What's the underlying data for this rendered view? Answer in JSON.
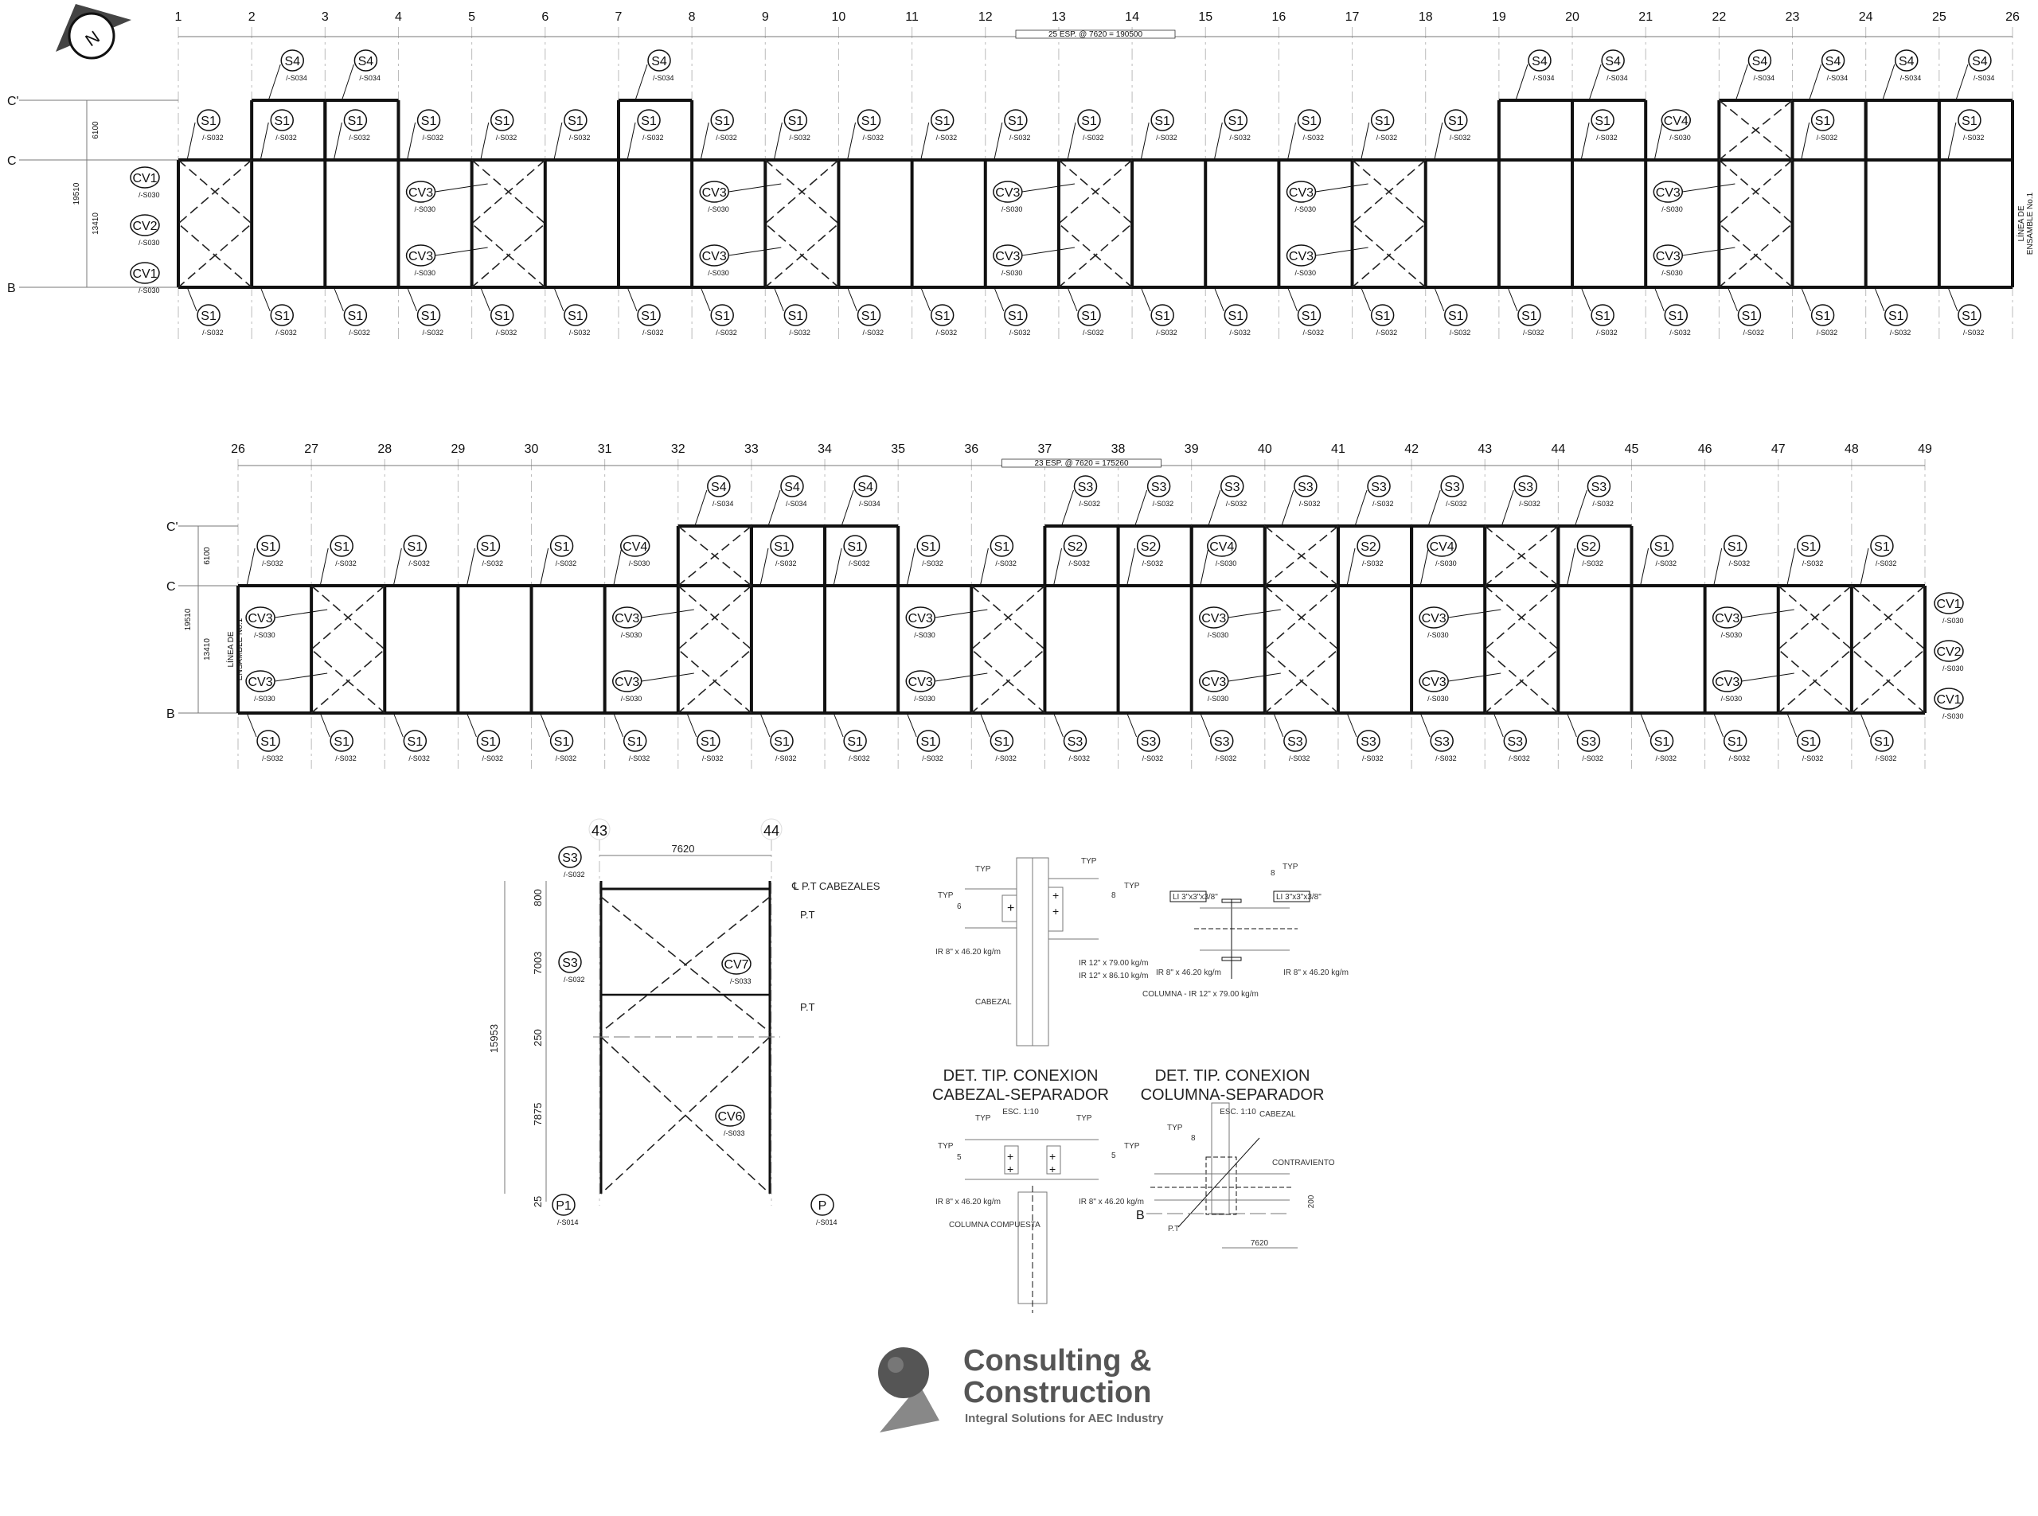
{
  "compass": {
    "label": "N"
  },
  "plans": [
    {
      "grid_start": 1,
      "grid_end": 26,
      "span_label": "25 ESP. @ 7620 = 190500",
      "rows": [
        "C'",
        "C",
        "B"
      ],
      "dims": {
        "upper": "6100",
        "lower": "13410",
        "total": "19510"
      },
      "side_note": [
        "LÍNEA DE",
        "ENSAMBLE No.1"
      ],
      "upper_bays": [
        2,
        3,
        7,
        19,
        20,
        22,
        23,
        24,
        25
      ],
      "braced_bays": [
        1,
        5,
        9,
        13,
        17,
        22
      ],
      "braced_upper_bays": [
        22
      ],
      "callouts": {
        "top": {
          "label": "S4",
          "ref": "/-S034",
          "bays": [
            2,
            3,
            7,
            19,
            20,
            22,
            23,
            24,
            25
          ]
        },
        "upper": [
          {
            "label": "S1",
            "ref": "/-S032",
            "bays": [
              1,
              2,
              3,
              4,
              5,
              6,
              7,
              8,
              9,
              10,
              11,
              12,
              13,
              14,
              15,
              16,
              17,
              18,
              20,
              23,
              25
            ]
          },
          {
            "label": "CV4",
            "ref": "/-S030",
            "bays": [
              21
            ]
          }
        ],
        "mid": {
          "label": "CV3",
          "ref": "/-S030",
          "bays": [
            4,
            8,
            12,
            16,
            21
          ]
        },
        "end": [
          {
            "label": "CV1",
            "ref": "/-S030"
          },
          {
            "label": "CV2",
            "ref": "/-S030"
          },
          {
            "label": "CV1",
            "ref": "/-S030"
          }
        ],
        "bottom": [
          {
            "label": "S1",
            "ref": "/-S032",
            "bays": [
              1,
              2,
              3,
              4,
              5,
              6,
              7,
              8,
              9,
              10,
              11,
              12,
              13,
              14,
              15,
              16,
              17,
              18,
              19,
              20,
              21,
              22,
              23,
              24,
              25
            ]
          }
        ]
      }
    },
    {
      "grid_start": 26,
      "grid_end": 49,
      "span_label": "23 ESP. @ 7620 = 175260",
      "rows": [
        "C'",
        "C",
        "B"
      ],
      "dims": {
        "upper": "6100",
        "lower": "13410",
        "total": "19510"
      },
      "side_note": [
        "LÍNEA DE",
        "ENSAMBLE No.1"
      ],
      "upper_bays": [
        32,
        33,
        34,
        37,
        38,
        39,
        40,
        41,
        42,
        43,
        44
      ],
      "braced_bays": [
        27,
        32,
        36,
        40,
        43,
        47,
        48
      ],
      "braced_upper_bays": [
        32,
        40,
        43
      ],
      "callouts": {
        "top_groups": [
          {
            "label": "S4",
            "ref": "/-S034",
            "bays": [
              32,
              33,
              34
            ]
          },
          {
            "label": "S3",
            "ref": "/-S032",
            "bays": [
              37,
              38,
              39,
              40,
              41,
              42,
              43,
              44
            ]
          }
        ],
        "upper": [
          {
            "label": "S1",
            "ref": "/-S032",
            "bays": [
              26,
              27,
              28,
              29,
              30,
              33,
              34,
              35,
              36,
              45,
              46,
              47,
              48
            ]
          },
          {
            "label": "CV4",
            "ref": "/-S030",
            "bays": [
              31,
              39,
              42
            ]
          },
          {
            "label": "S2",
            "ref": "/-S032",
            "bays": [
              37,
              38,
              41,
              44
            ]
          }
        ],
        "mid": {
          "label": "CV3",
          "ref": "/-S030",
          "bays": [
            26,
            31,
            35,
            39,
            42,
            46
          ]
        },
        "end": [
          {
            "label": "CV1",
            "ref": "/-S030"
          },
          {
            "label": "CV2",
            "ref": "/-S030"
          },
          {
            "label": "CV1",
            "ref": "/-S030"
          }
        ],
        "bottom": [
          {
            "label": "S1",
            "ref": "/-S032",
            "bays": [
              26,
              27,
              28,
              29,
              30,
              31,
              32,
              33,
              34,
              35,
              36,
              45,
              46,
              47,
              48
            ]
          },
          {
            "label": "S3",
            "ref": "/-S032",
            "bays": [
              37,
              38,
              39,
              40,
              41,
              42,
              43,
              44
            ]
          }
        ]
      }
    }
  ],
  "elevation": {
    "grid_left": "43",
    "grid_right": "44",
    "span": "7620",
    "top_note": "℄ P.T CABEZALES",
    "pt": "P.T",
    "dims": [
      "800",
      "7003",
      "250",
      "7875",
      "25"
    ],
    "total": "15953",
    "callouts": [
      {
        "label": "S3",
        "ref": "/-S032"
      },
      {
        "label": "S3",
        "ref": "/-S032"
      },
      {
        "label": "CV7",
        "ref": "/-S033"
      },
      {
        "label": "CV6",
        "ref": "/-S033"
      },
      {
        "label": "P1",
        "ref": "/-S014"
      },
      {
        "label": "P",
        "ref": "/-S014"
      }
    ]
  },
  "details": {
    "typ": "TYP",
    "d1": {
      "title1": "DET. TIP. CONEXION",
      "title2": "CABEZAL-SEPARADOR",
      "scale": "ESC. 1:10",
      "weld_left": "6",
      "weld_right": "8",
      "beam": "IR 8\" x 46.20 kg/m",
      "col1": "IR 12\" x 79.00 kg/m",
      "col2": "IR 12\" x 86.10 kg/m",
      "cabezal": "CABEZAL"
    },
    "d2": {
      "title1": "DET. TIP. CONEXION",
      "title2": "COLUMNA-SEPARADOR",
      "scale": "ESC. 1:10",
      "weld": "8",
      "angle": "LI 3\"x3\"x3/8\"",
      "beam": "IR 8\" x 46.20 kg/m",
      "column": "COLUMNA - IR 12\" x 79.00 kg/m"
    },
    "d3": {
      "weld": "5",
      "beam": "IR 8\" x 46.20 kg/m",
      "column": "COLUMNA COMPUESTA"
    },
    "d4": {
      "weld": "8",
      "cabezal": "CABEZAL",
      "brace": "CONTRAVIENTO",
      "dim_v": "200",
      "dim_h": "7620",
      "grid": "B",
      "pt": "P.T"
    }
  },
  "logo": {
    "line1": "Consulting &",
    "line2": "Construction",
    "tagline": "Integral Solutions for AEC Industry"
  }
}
